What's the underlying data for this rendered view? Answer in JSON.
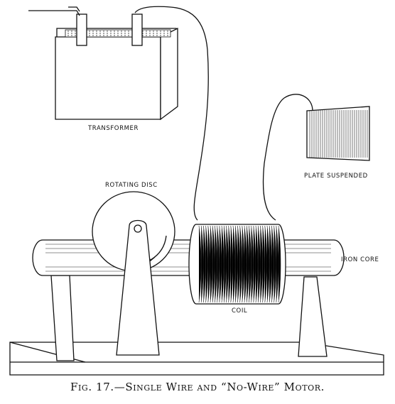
{
  "labels": {
    "transformer": "TRANSFORMER",
    "rotating_disc": "ROTATING DISC",
    "plate_suspended": "PLATE SUSPENDED",
    "iron_core": "IRON CORE",
    "coil": "COIL"
  },
  "caption": "Fig. 17.—Single Wire and “No-Wire” Motor."
}
